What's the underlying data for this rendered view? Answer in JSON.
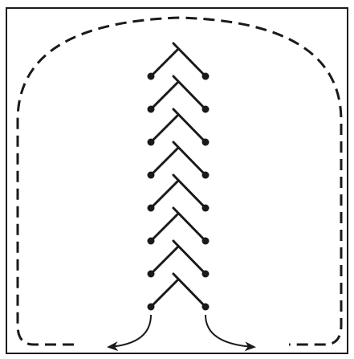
{
  "diagram": {
    "description": "",
    "colors": {
      "stroke": "#1a1a1a",
      "background": "#ffffff"
    },
    "rows": 8,
    "elements": {
      "frame": "frame",
      "dashed_path": "dashed-loop-path",
      "chevron_rows": "chevron-stitch",
      "left_dot": "left-dot",
      "right_dot": "right-dot",
      "left_arrow": "left-curve-arrow",
      "right_arrow": "right-curve-arrow"
    }
  }
}
